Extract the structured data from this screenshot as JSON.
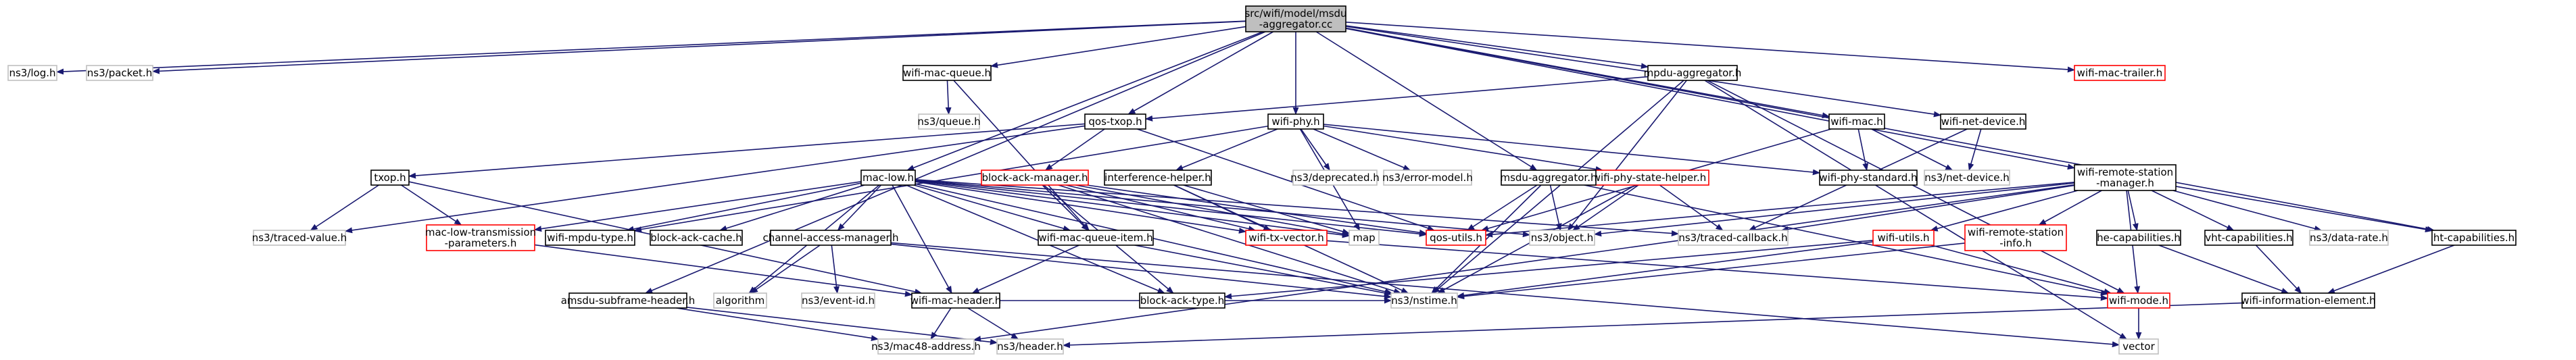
{
  "colors": {
    "edge": "#191970",
    "documented_border": "#000000",
    "undocumented_border": "#bfbfbf",
    "truncated_border": "#ff0000",
    "root_fill": "#bfbfbf",
    "node_fill": "#ffffff",
    "label_text": "#000000"
  },
  "nodes": [
    {
      "id": "root",
      "lines": [
        "src/wifi/model/msdu",
        "-aggregator.cc"
      ],
      "kind": "root"
    },
    {
      "id": "log",
      "lines": [
        "ns3/log.h"
      ],
      "kind": "undocumented"
    },
    {
      "id": "packet",
      "lines": [
        "ns3/packet.h"
      ],
      "kind": "undocumented"
    },
    {
      "id": "wmq",
      "lines": [
        "wifi-mac-queue.h"
      ],
      "kind": "documented"
    },
    {
      "id": "queue",
      "lines": [
        "ns3/queue.h"
      ],
      "kind": "undocumented"
    },
    {
      "id": "qos",
      "lines": [
        "qos-txop.h"
      ],
      "kind": "documented"
    },
    {
      "id": "txop",
      "lines": [
        "txop.h"
      ],
      "kind": "documented"
    },
    {
      "id": "mltp",
      "lines": [
        "mac-low-transmission",
        "-parameters.h"
      ],
      "kind": "truncated"
    },
    {
      "id": "maclow",
      "lines": [
        "mac-low.h"
      ],
      "kind": "documented"
    },
    {
      "id": "wmpdu",
      "lines": [
        "wifi-mpdu-type.h"
      ],
      "kind": "documented"
    },
    {
      "id": "bac",
      "lines": [
        "block-ack-cache.h"
      ],
      "kind": "documented"
    },
    {
      "id": "cam",
      "lines": [
        "channel-access-manager.h"
      ],
      "kind": "documented"
    },
    {
      "id": "wmqi",
      "lines": [
        "wifi-mac-queue-item.h"
      ],
      "kind": "documented"
    },
    {
      "id": "bam",
      "lines": [
        "block-ack-manager.h"
      ],
      "kind": "truncated"
    },
    {
      "id": "interf",
      "lines": [
        "interference-helper.h"
      ],
      "kind": "documented"
    },
    {
      "id": "wtv",
      "lines": [
        "wifi-tx-vector.h"
      ],
      "kind": "truncated"
    },
    {
      "id": "map",
      "lines": [
        "map"
      ],
      "kind": "undocumented"
    },
    {
      "id": "wifiphy",
      "lines": [
        "wifi-phy.h"
      ],
      "kind": "documented"
    },
    {
      "id": "depr",
      "lines": [
        "ns3/deprecated.h"
      ],
      "kind": "undocumented"
    },
    {
      "id": "errm",
      "lines": [
        "ns3/error-model.h"
      ],
      "kind": "undocumented"
    },
    {
      "id": "wpsh",
      "lines": [
        "wifi-phy-state-helper.h"
      ],
      "kind": "truncated"
    },
    {
      "id": "magg",
      "lines": [
        "msdu-aggregator.h"
      ],
      "kind": "documented"
    },
    {
      "id": "qosu",
      "lines": [
        "qos-utils.h"
      ],
      "kind": "truncated"
    },
    {
      "id": "obj",
      "lines": [
        "ns3/object.h"
      ],
      "kind": "undocumented"
    },
    {
      "id": "tcb",
      "lines": [
        "ns3/traced-callback.h"
      ],
      "kind": "undocumented"
    },
    {
      "id": "tval",
      "lines": [
        "ns3/traced-value.h"
      ],
      "kind": "undocumented"
    },
    {
      "id": "mpdu",
      "lines": [
        "mpdu-aggregator.h"
      ],
      "kind": "documented"
    },
    {
      "id": "wifimac",
      "lines": [
        "wifi-mac.h"
      ],
      "kind": "documented"
    },
    {
      "id": "wnd",
      "lines": [
        "wifi-net-device.h"
      ],
      "kind": "documented"
    },
    {
      "id": "ndev",
      "lines": [
        "ns3/net-device.h"
      ],
      "kind": "undocumented"
    },
    {
      "id": "wps",
      "lines": [
        "wifi-phy-standard.h"
      ],
      "kind": "documented"
    },
    {
      "id": "wrsm",
      "lines": [
        "wifi-remote-station",
        "-manager.h"
      ],
      "kind": "documented"
    },
    {
      "id": "wmt",
      "lines": [
        "wifi-mac-trailer.h"
      ],
      "kind": "truncated"
    },
    {
      "id": "wutils",
      "lines": [
        "wifi-utils.h"
      ],
      "kind": "truncated"
    },
    {
      "id": "wrsi",
      "lines": [
        "wifi-remote-station",
        "-info.h"
      ],
      "kind": "truncated"
    },
    {
      "id": "hecap",
      "lines": [
        "he-capabilities.h"
      ],
      "kind": "documented"
    },
    {
      "id": "vhtcap",
      "lines": [
        "vht-capabilities.h"
      ],
      "kind": "documented"
    },
    {
      "id": "drate",
      "lines": [
        "ns3/data-rate.h"
      ],
      "kind": "undocumented"
    },
    {
      "id": "htcap",
      "lines": [
        "ht-capabilities.h"
      ],
      "kind": "documented"
    },
    {
      "id": "asfh",
      "lines": [
        "amsdu-subframe-header.h"
      ],
      "kind": "documented"
    },
    {
      "id": "algo",
      "lines": [
        "algorithm"
      ],
      "kind": "undocumented"
    },
    {
      "id": "evid",
      "lines": [
        "ns3/event-id.h"
      ],
      "kind": "undocumented"
    },
    {
      "id": "wmh",
      "lines": [
        "wifi-mac-header.h"
      ],
      "kind": "documented"
    },
    {
      "id": "bat",
      "lines": [
        "block-ack-type.h"
      ],
      "kind": "documented"
    },
    {
      "id": "nstime",
      "lines": [
        "ns3/nstime.h"
      ],
      "kind": "undocumented"
    },
    {
      "id": "wmode",
      "lines": [
        "wifi-mode.h"
      ],
      "kind": "truncated"
    },
    {
      "id": "wie",
      "lines": [
        "wifi-information-element.h"
      ],
      "kind": "documented"
    },
    {
      "id": "mac48",
      "lines": [
        "ns3/mac48-address.h"
      ],
      "kind": "undocumented"
    },
    {
      "id": "header",
      "lines": [
        "ns3/header.h"
      ],
      "kind": "undocumented"
    },
    {
      "id": "vector",
      "lines": [
        "vector"
      ],
      "kind": "undocumented"
    }
  ],
  "edges": [
    [
      "root",
      "log"
    ],
    [
      "root",
      "packet"
    ],
    [
      "root",
      "wmq"
    ],
    [
      "root",
      "qos"
    ],
    [
      "root",
      "maclow"
    ],
    [
      "root",
      "wifiphy"
    ],
    [
      "root",
      "magg"
    ],
    [
      "root",
      "mpdu"
    ],
    [
      "root",
      "wifimac"
    ],
    [
      "root",
      "wnd"
    ],
    [
      "root",
      "wrsm"
    ],
    [
      "root",
      "wmt"
    ],
    [
      "root",
      "htcap"
    ],
    [
      "root",
      "asfh"
    ],
    [
      "wmq",
      "queue"
    ],
    [
      "wmq",
      "wmqi"
    ],
    [
      "qos",
      "txop"
    ],
    [
      "qos",
      "bam"
    ],
    [
      "qos",
      "qosu"
    ],
    [
      "qos",
      "tval"
    ],
    [
      "txop",
      "mltp"
    ],
    [
      "txop",
      "tval"
    ],
    [
      "txop",
      "wmh"
    ],
    [
      "mltp",
      "wmh"
    ],
    [
      "maclow",
      "wmpdu"
    ],
    [
      "maclow",
      "bac"
    ],
    [
      "maclow",
      "cam"
    ],
    [
      "maclow",
      "wmqi"
    ],
    [
      "maclow",
      "mltp"
    ],
    [
      "maclow",
      "wtv"
    ],
    [
      "maclow",
      "qosu"
    ],
    [
      "maclow",
      "obj"
    ],
    [
      "maclow",
      "tcb"
    ],
    [
      "maclow",
      "nstime"
    ],
    [
      "maclow",
      "wmh"
    ],
    [
      "maclow",
      "bat"
    ],
    [
      "maclow",
      "map"
    ],
    [
      "maclow",
      "algo"
    ],
    [
      "cam",
      "evid"
    ],
    [
      "cam",
      "nstime"
    ],
    [
      "cam",
      "algo"
    ],
    [
      "cam",
      "vector"
    ],
    [
      "wmqi",
      "wmh"
    ],
    [
      "wmqi",
      "nstime"
    ],
    [
      "bam",
      "wmqi"
    ],
    [
      "bam",
      "wtv"
    ],
    [
      "bam",
      "bat"
    ],
    [
      "bam",
      "map"
    ],
    [
      "bam",
      "qosu"
    ],
    [
      "bam",
      "nstime"
    ],
    [
      "interf",
      "wtv"
    ],
    [
      "interf",
      "map"
    ],
    [
      "interf",
      "nstime"
    ],
    [
      "wtv",
      "wmode"
    ],
    [
      "wifiphy",
      "interf"
    ],
    [
      "wifiphy",
      "wpsh"
    ],
    [
      "wifiphy",
      "wps"
    ],
    [
      "wifiphy",
      "depr"
    ],
    [
      "wifiphy",
      "errm"
    ],
    [
      "wifiphy",
      "wmpdu"
    ],
    [
      "wifiphy",
      "map"
    ],
    [
      "wpsh",
      "obj"
    ],
    [
      "wpsh",
      "tcb"
    ],
    [
      "wpsh",
      "nstime"
    ],
    [
      "magg",
      "qosu"
    ],
    [
      "magg",
      "obj"
    ],
    [
      "magg",
      "nstime"
    ],
    [
      "magg",
      "wmode"
    ],
    [
      "mpdu",
      "qos"
    ],
    [
      "mpdu",
      "obj"
    ],
    [
      "mpdu",
      "nstime"
    ],
    [
      "mpdu",
      "wmode"
    ],
    [
      "mpdu",
      "vector"
    ],
    [
      "wifimac",
      "wps"
    ],
    [
      "wifimac",
      "qosu"
    ],
    [
      "wifimac",
      "ndev"
    ],
    [
      "wnd",
      "ndev"
    ],
    [
      "wnd",
      "tcb"
    ],
    [
      "wrsm",
      "tcb"
    ],
    [
      "wrsm",
      "obj"
    ],
    [
      "wrsm",
      "wutils"
    ],
    [
      "wrsm",
      "wrsi"
    ],
    [
      "wrsm",
      "hecap"
    ],
    [
      "wrsm",
      "vhtcap"
    ],
    [
      "wrsm",
      "drate"
    ],
    [
      "wrsm",
      "htcap"
    ],
    [
      "wrsm",
      "mac48"
    ],
    [
      "wrsm",
      "qosu"
    ],
    [
      "wrsm",
      "wmode"
    ],
    [
      "wutils",
      "wmode"
    ],
    [
      "wutils",
      "bat"
    ],
    [
      "wutils",
      "nstime"
    ],
    [
      "wrsi",
      "nstime"
    ],
    [
      "hecap",
      "wie"
    ],
    [
      "vhtcap",
      "wie"
    ],
    [
      "htcap",
      "wie"
    ],
    [
      "asfh",
      "mac48"
    ],
    [
      "asfh",
      "header"
    ],
    [
      "wmh",
      "mac48"
    ],
    [
      "wmh",
      "header"
    ],
    [
      "wmh",
      "nstime"
    ],
    [
      "wie",
      "header"
    ],
    [
      "wmode",
      "vector"
    ]
  ]
}
